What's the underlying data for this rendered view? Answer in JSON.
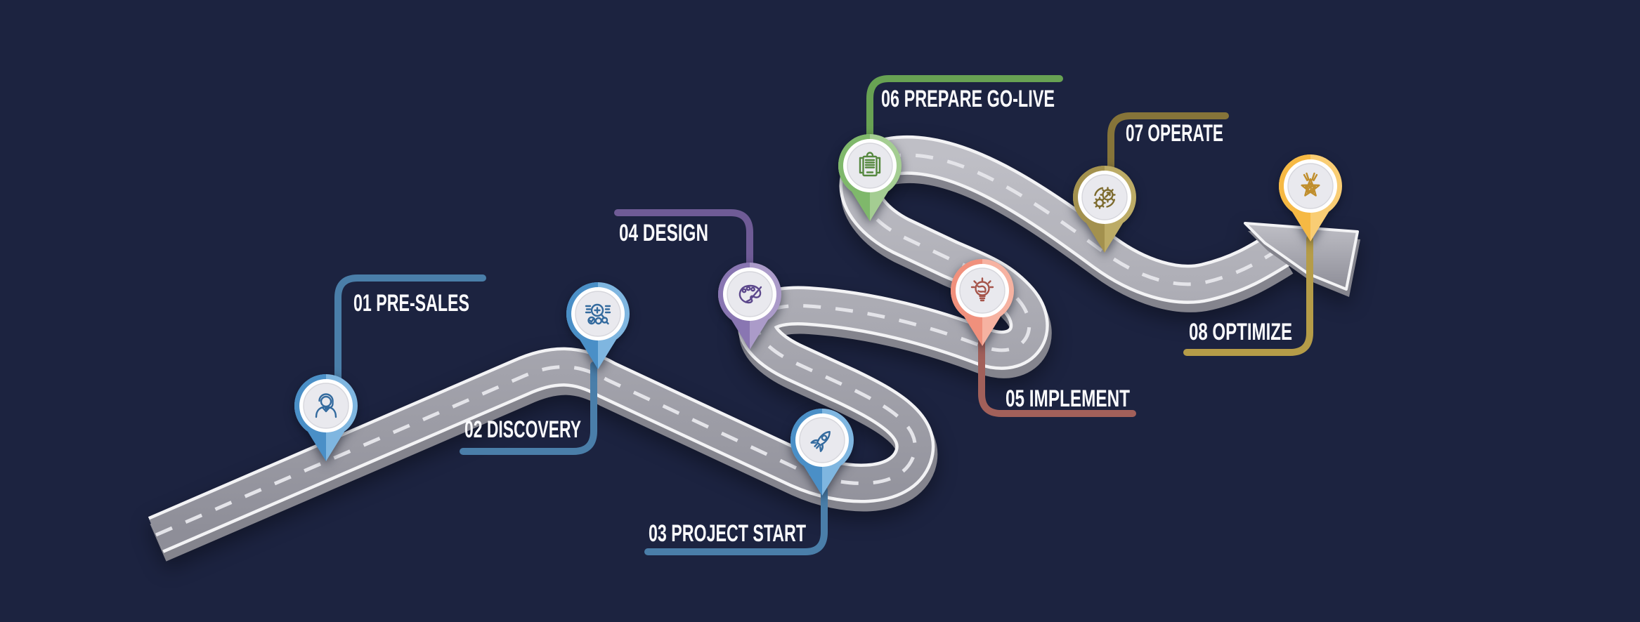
{
  "background_color": "#1c2340",
  "road": {
    "surface_color": "#a6a6ae",
    "edge_color": "#f3f3f5",
    "side_color": "#84848d",
    "dash_color": "#e4e4e9"
  },
  "marker": {
    "name": "plus-marker-icon",
    "color": "#c2473d"
  },
  "stages": [
    {
      "number": "01",
      "label": "01 PRE-SALES",
      "icon": "support-agent-icon",
      "pin_color": "#4a8fc7",
      "pin_color_light": "#7fb6e0",
      "bracket_color": "#4a7ea9",
      "icon_color": "#336a9e"
    },
    {
      "number": "02",
      "label": "02 DISCOVERY",
      "icon": "analysis-search-icon",
      "pin_color": "#4a8fc7",
      "pin_color_light": "#7fb6e0",
      "bracket_color": "#4a7ea9",
      "icon_color": "#336a9e"
    },
    {
      "number": "03",
      "label": "03 PROJECT START",
      "icon": "rocket-icon",
      "pin_color": "#4a8fc7",
      "pin_color_light": "#7fb6e0",
      "bracket_color": "#4a7ea9",
      "icon_color": "#336a9e"
    },
    {
      "number": "04",
      "label": "04 DESIGN",
      "icon": "palette-brush-icon",
      "pin_color": "#8976b2",
      "pin_color_light": "#ab9bc9",
      "bracket_color": "#6f5b96",
      "icon_color": "#5c488c"
    },
    {
      "number": "05",
      "label": "05 IMPLEMENT",
      "icon": "idea-bulb-icon",
      "pin_color": "#f0907c",
      "pin_color_light": "#f6b2a1",
      "bracket_color": "#a2605a",
      "icon_color": "#a5544a"
    },
    {
      "number": "06",
      "label": "06 PREPARE GO-LIVE",
      "icon": "checklist-clipboard-icon",
      "pin_color": "#7fb86b",
      "pin_color_light": "#a4cd92",
      "bracket_color": "#68a253",
      "icon_color": "#55883f"
    },
    {
      "number": "07",
      "label": "07 OPERATE",
      "icon": "gears-icon",
      "pin_color": "#a3914e",
      "pin_color_light": "#bcab66",
      "bracket_color": "#867439",
      "icon_color": "#7d6b2e"
    },
    {
      "number": "08",
      "label": "08 OPTIMIZE",
      "icon": "award-star-icon",
      "pin_color": "#f6b944",
      "pin_color_light": "#f9cd74",
      "bracket_color": "#b59c48",
      "icon_color": "#c08e2d"
    }
  ]
}
